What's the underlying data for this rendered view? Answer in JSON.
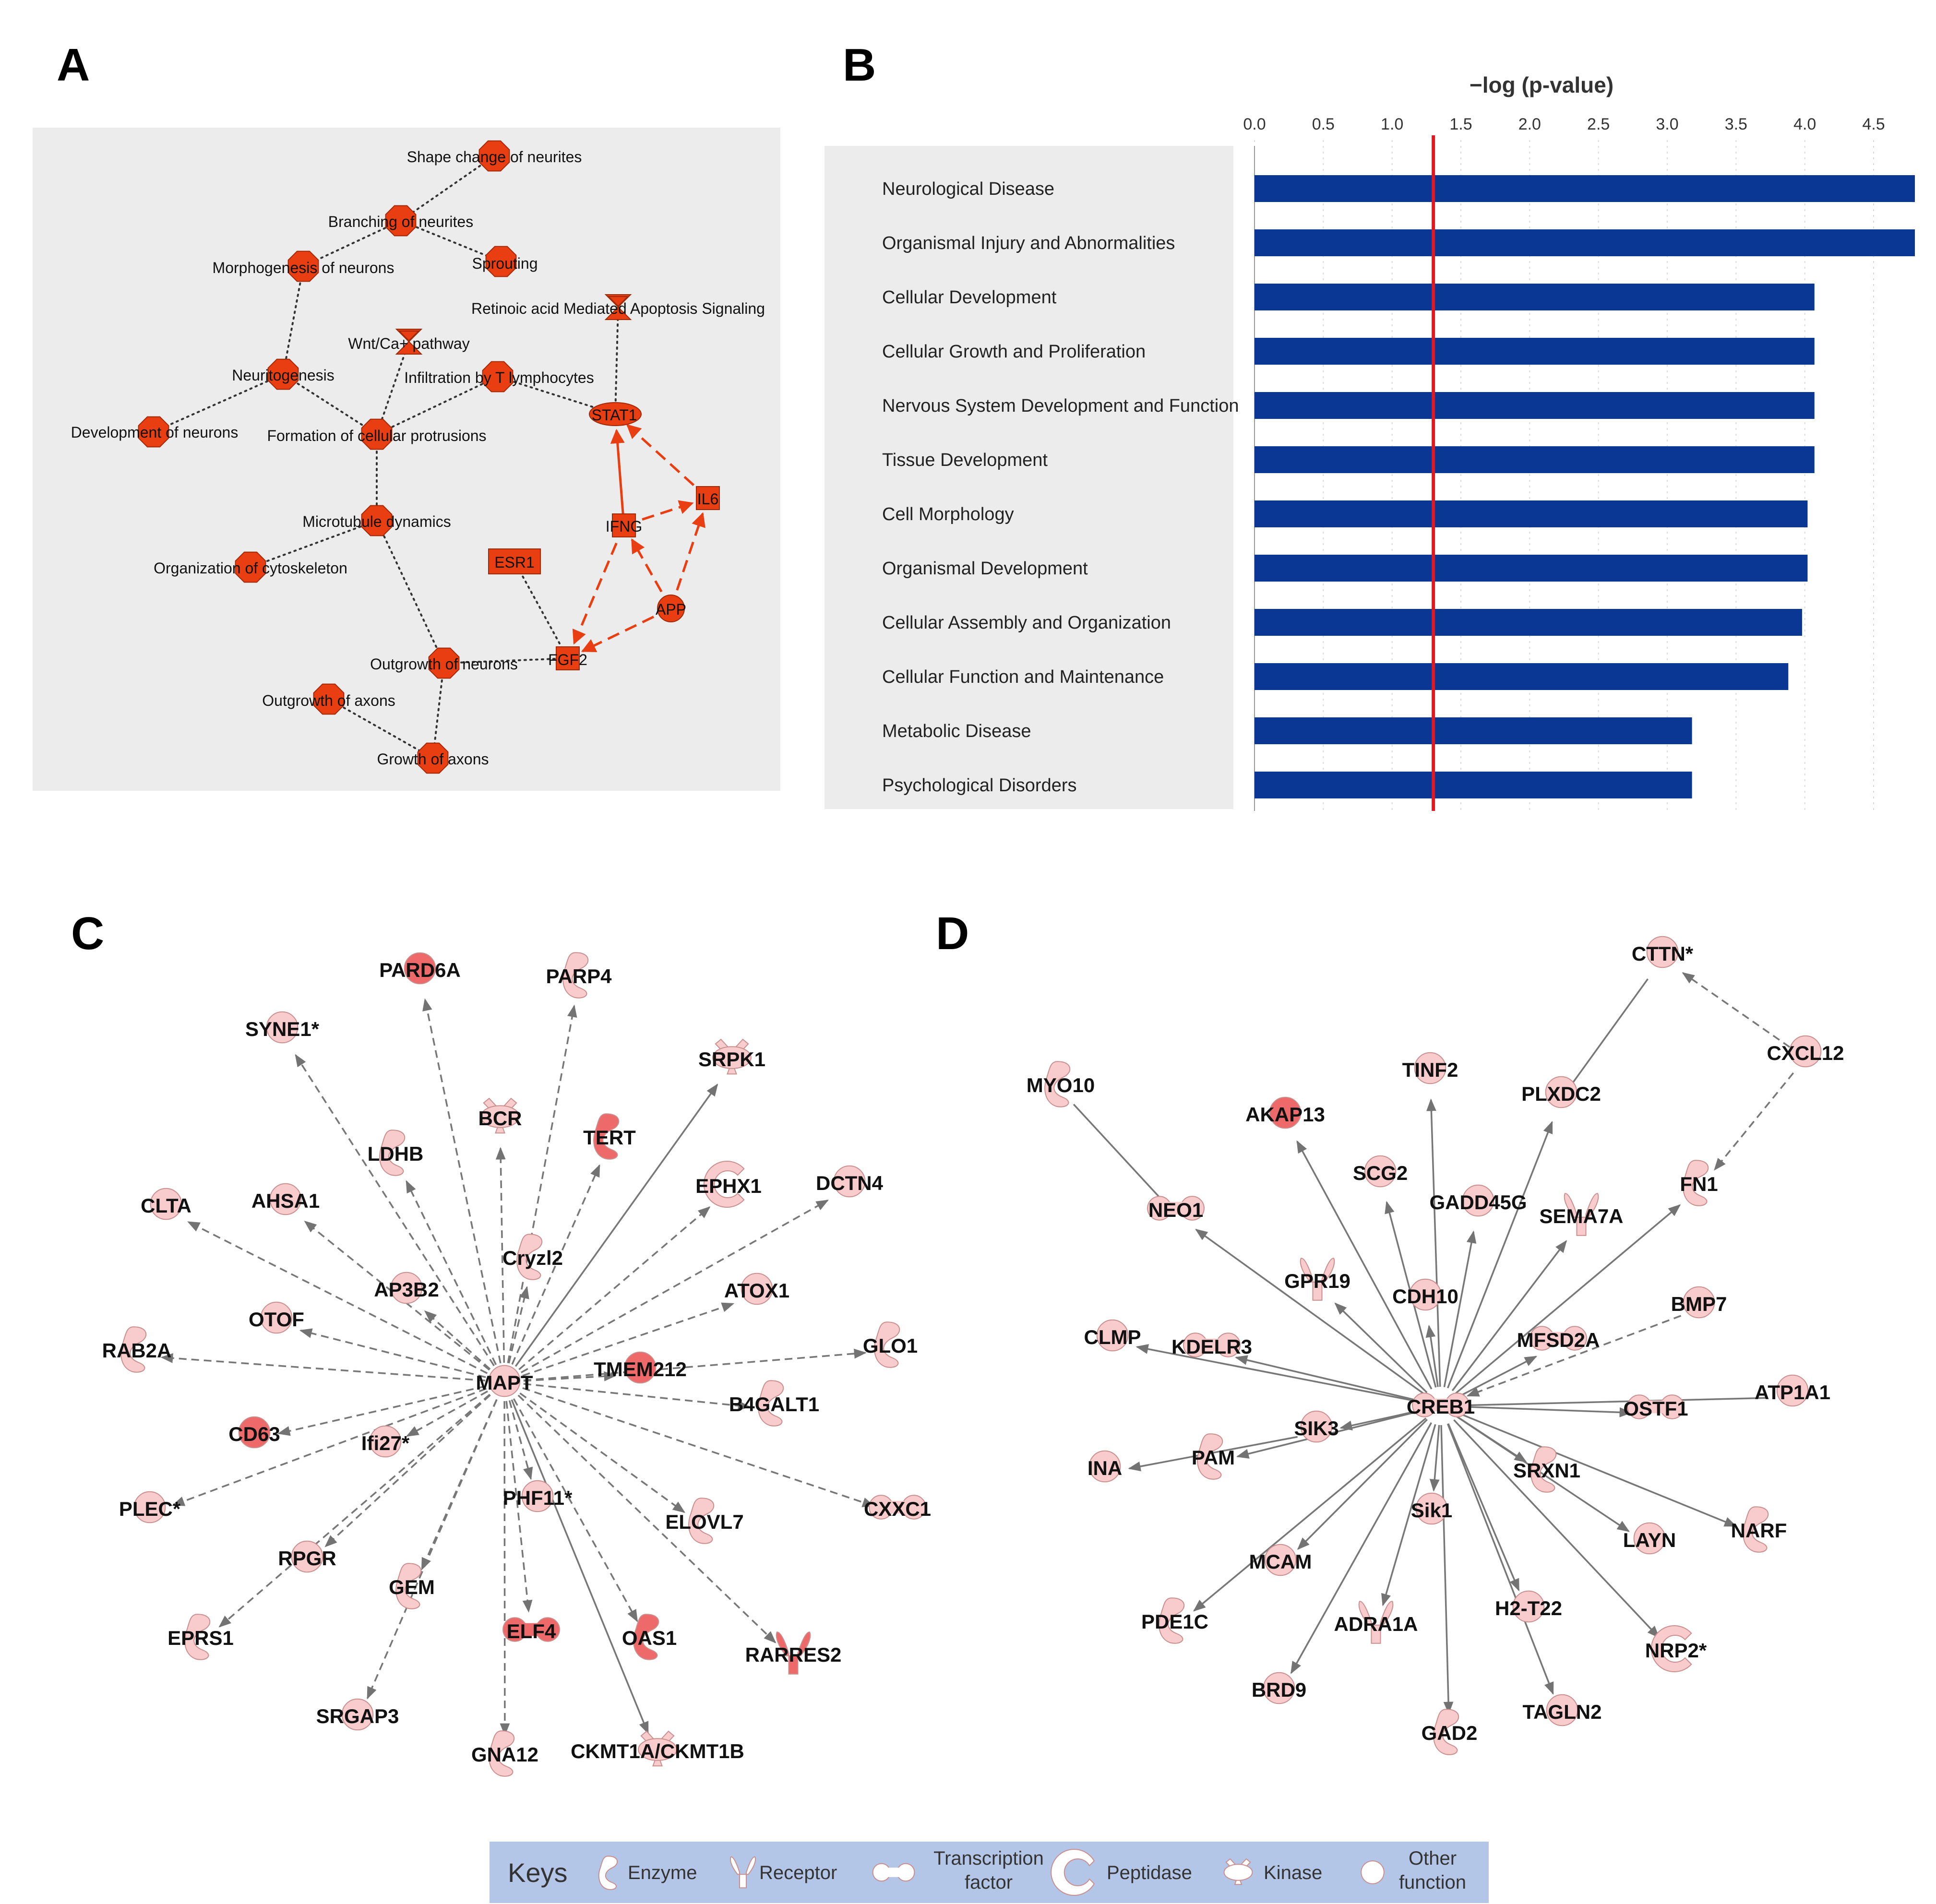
{
  "panel_labels": {
    "a": "A",
    "b": "B",
    "c": "C",
    "d": "D"
  },
  "colors": {
    "accent_red": "#e83e12",
    "bar_blue": "#0a3694",
    "threshold_red": "#e8161b",
    "panel_gray": "#ececec",
    "node_pink": "#f8cccc",
    "node_red": "#ee6a6a",
    "key_bg": "#b4c6e7"
  },
  "panel_a": {
    "nodes": [
      {
        "id": "shape_change",
        "label": "Shape change of neurites",
        "shape": "octagon"
      },
      {
        "id": "branching",
        "label": "Branching of neurites",
        "shape": "octagon"
      },
      {
        "id": "morphogenesis",
        "label": "Morphogenesis of neurons",
        "shape": "octagon"
      },
      {
        "id": "sprouting",
        "label": "Sprouting",
        "shape": "octagon"
      },
      {
        "id": "retinoic",
        "label": "Retinoic acid Mediated Apoptosis Signaling",
        "shape": "hourglass"
      },
      {
        "id": "wnt",
        "label": "Wnt/Ca+ pathway",
        "shape": "hourglass"
      },
      {
        "id": "neuritogenesis",
        "label": "Neuritogenesis",
        "shape": "octagon"
      },
      {
        "id": "infiltration",
        "label": "Infiltration by T lymphocytes",
        "shape": "octagon"
      },
      {
        "id": "development",
        "label": "Development of neurons",
        "shape": "octagon"
      },
      {
        "id": "formation",
        "label": "Formation of cellular protrusions",
        "shape": "octagon"
      },
      {
        "id": "stat1",
        "label": "STAT1",
        "shape": "ellipse"
      },
      {
        "id": "il6",
        "label": "IL6",
        "shape": "square"
      },
      {
        "id": "microtubule",
        "label": "Microtubule dynamics",
        "shape": "octagon"
      },
      {
        "id": "ifng",
        "label": "IFNG",
        "shape": "square"
      },
      {
        "id": "esr1",
        "label": "ESR1",
        "shape": "rect"
      },
      {
        "id": "organization",
        "label": "Organization of cytoskeleton",
        "shape": "octagon"
      },
      {
        "id": "app",
        "label": "APP",
        "shape": "circle"
      },
      {
        "id": "outgrowth_neurons",
        "label": "Outgrowth of neurons",
        "shape": "octagon"
      },
      {
        "id": "fgf2",
        "label": "FGF2",
        "shape": "square"
      },
      {
        "id": "outgrowth_axons",
        "label": "Outgrowth of axons",
        "shape": "octagon"
      },
      {
        "id": "growth_axons",
        "label": "Growth of axons",
        "shape": "octagon"
      }
    ],
    "edges": [
      {
        "from": "shape_change",
        "to": "branching",
        "style": "dotted"
      },
      {
        "from": "branching",
        "to": "morphogenesis",
        "style": "dotted"
      },
      {
        "from": "branching",
        "to": "sprouting",
        "style": "dotted"
      },
      {
        "from": "morphogenesis",
        "to": "neuritogenesis",
        "style": "dotted"
      },
      {
        "from": "neuritogenesis",
        "to": "development",
        "style": "dotted"
      },
      {
        "from": "neuritogenesis",
        "to": "formation",
        "style": "dotted"
      },
      {
        "from": "wnt",
        "to": "formation",
        "style": "dotted"
      },
      {
        "from": "infiltration",
        "to": "formation",
        "style": "dotted"
      },
      {
        "from": "infiltration",
        "to": "stat1",
        "style": "dotted"
      },
      {
        "from": "retinoic",
        "to": "stat1",
        "style": "dotted"
      },
      {
        "from": "formation",
        "to": "microtubule",
        "style": "dotted"
      },
      {
        "from": "microtubule",
        "to": "organization",
        "style": "dotted"
      },
      {
        "from": "microtubule",
        "to": "outgrowth_neurons",
        "style": "dotted"
      },
      {
        "from": "outgrowth_neurons",
        "to": "fgf2",
        "style": "dotted"
      },
      {
        "from": "esr1",
        "to": "fgf2",
        "style": "dotted"
      },
      {
        "from": "outgrowth_neurons",
        "to": "growth_axons",
        "style": "dotted"
      },
      {
        "from": "outgrowth_axons",
        "to": "growth_axons",
        "style": "dotted"
      },
      {
        "from": "ifng",
        "to": "stat1",
        "style": "solid-arrow"
      },
      {
        "from": "il6",
        "to": "stat1",
        "style": "dashed-arrow"
      },
      {
        "from": "ifng",
        "to": "il6",
        "style": "dashed-arrow"
      },
      {
        "from": "app",
        "to": "il6",
        "style": "dashed-arrow"
      },
      {
        "from": "app",
        "to": "ifng",
        "style": "dashed-arrow"
      },
      {
        "from": "ifng",
        "to": "fgf2",
        "style": "dashed-arrow"
      },
      {
        "from": "app",
        "to": "fgf2",
        "style": "dashed-arrow"
      }
    ]
  },
  "chart_data": {
    "type": "bar",
    "orientation": "horizontal",
    "xlabel": "−log (p-value)",
    "xticks": [
      "0.0",
      "0.5",
      "1.0",
      "1.5",
      "2.0",
      "2.5",
      "3.0",
      "3.5",
      "4.0",
      "4.5"
    ],
    "xlim": [
      0,
      4.8
    ],
    "threshold": 1.3,
    "categories": [
      "Neurological Disease",
      "Organismal Injury and Abnormalities",
      "Cellular Development",
      "Cellular Growth and Proliferation",
      "Nervous System Development and Function",
      "Tissue Development",
      "Cell Morphology",
      "Organismal Development",
      "Cellular Assembly and Organization",
      "Cellular Function and Maintenance",
      "Metabolic Disease",
      "Psychological Disorders"
    ],
    "values": [
      4.8,
      4.8,
      4.07,
      4.07,
      4.07,
      4.07,
      4.02,
      4.02,
      3.98,
      3.88,
      3.18,
      3.18
    ]
  },
  "panel_c": {
    "hub": {
      "label": "MAPT",
      "type": "other",
      "tone": "pink"
    },
    "nodes": [
      {
        "label": "PARD6A",
        "type": "other",
        "tone": "red",
        "edge": "dashed"
      },
      {
        "label": "PARP4",
        "type": "enzyme",
        "tone": "pink",
        "edge": "dashed"
      },
      {
        "label": "SYNE1*",
        "type": "other",
        "tone": "pink",
        "edge": "dashed"
      },
      {
        "label": "SRPK1",
        "type": "kinase",
        "tone": "pink",
        "edge": "solid"
      },
      {
        "label": "BCR",
        "type": "kinase",
        "tone": "pink",
        "edge": "dashed"
      },
      {
        "label": "TERT",
        "type": "enzyme",
        "tone": "red",
        "edge": "dashed"
      },
      {
        "label": "LDHB",
        "type": "enzyme",
        "tone": "pink",
        "edge": "dashed"
      },
      {
        "label": "CLTA",
        "type": "other",
        "tone": "pink",
        "edge": "dashed"
      },
      {
        "label": "AHSA1",
        "type": "other",
        "tone": "pink",
        "edge": "dashed"
      },
      {
        "label": "EPHX1",
        "type": "peptidase",
        "tone": "pink",
        "edge": "dashed"
      },
      {
        "label": "DCTN4",
        "type": "other",
        "tone": "pink",
        "edge": "dashed"
      },
      {
        "label": "Cryzl2",
        "type": "enzyme",
        "tone": "pink",
        "edge": "dashed"
      },
      {
        "label": "AP3B2",
        "type": "other",
        "tone": "pink",
        "edge": "dashed"
      },
      {
        "label": "ATOX1",
        "type": "other",
        "tone": "pink",
        "edge": "dashed"
      },
      {
        "label": "OTOF",
        "type": "other",
        "tone": "pink",
        "edge": "dashed"
      },
      {
        "label": "RAB2A",
        "type": "enzyme",
        "tone": "pink",
        "edge": "dashed"
      },
      {
        "label": "TMEM212",
        "type": "other",
        "tone": "red",
        "edge": "dashed"
      },
      {
        "label": "GLO1",
        "type": "enzyme",
        "tone": "pink",
        "edge": "dashed"
      },
      {
        "label": "B4GALT1",
        "type": "enzyme",
        "tone": "pink",
        "edge": "dashed"
      },
      {
        "label": "CD63",
        "type": "other",
        "tone": "red",
        "edge": "dashed"
      },
      {
        "label": "Ifi27*",
        "type": "other",
        "tone": "pink",
        "edge": "dashed"
      },
      {
        "label": "PLEC*",
        "type": "other",
        "tone": "pink",
        "edge": "dashed"
      },
      {
        "label": "PHF11*",
        "type": "other",
        "tone": "pink",
        "edge": "dashed"
      },
      {
        "label": "ELOVL7",
        "type": "enzyme",
        "tone": "pink",
        "edge": "dashed"
      },
      {
        "label": "CXXC1",
        "type": "transcription",
        "tone": "pink",
        "edge": "dashed"
      },
      {
        "label": "RPGR",
        "type": "other",
        "tone": "pink",
        "edge": "dashed"
      },
      {
        "label": "GEM",
        "type": "enzyme",
        "tone": "pink",
        "edge": "dashed"
      },
      {
        "label": "EPRS1",
        "type": "enzyme",
        "tone": "pink",
        "edge": "dashed"
      },
      {
        "label": "ELF4",
        "type": "transcription",
        "tone": "red",
        "edge": "dashed"
      },
      {
        "label": "OAS1",
        "type": "enzyme",
        "tone": "red",
        "edge": "dashed"
      },
      {
        "label": "RARRES2",
        "type": "receptor",
        "tone": "red",
        "edge": "dashed"
      },
      {
        "label": "SRGAP3",
        "type": "other",
        "tone": "pink",
        "edge": "dashed"
      },
      {
        "label": "GNA12",
        "type": "enzyme",
        "tone": "pink",
        "edge": "dashed"
      },
      {
        "label": "CKMT1A/CKMT1B",
        "type": "kinase",
        "tone": "pink",
        "edge": "solid"
      }
    ]
  },
  "panel_d": {
    "hub": {
      "label": "CREB1",
      "type": "transcription",
      "tone": "pink"
    },
    "nodes": [
      {
        "id": "cttn",
        "label": "CTTN*",
        "type": "other",
        "tone": "pink"
      },
      {
        "id": "cxcl12",
        "label": "CXCL12",
        "type": "other",
        "tone": "pink"
      },
      {
        "id": "myo10",
        "label": "MYO10",
        "type": "enzyme",
        "tone": "pink"
      },
      {
        "id": "tinf2",
        "label": "TINF2",
        "type": "other",
        "tone": "pink"
      },
      {
        "id": "plxdc2",
        "label": "PLXDC2",
        "type": "other",
        "tone": "pink"
      },
      {
        "id": "akap13",
        "label": "AKAP13",
        "type": "other",
        "tone": "red"
      },
      {
        "id": "scg2",
        "label": "SCG2",
        "type": "other",
        "tone": "pink"
      },
      {
        "id": "fn1",
        "label": "FN1",
        "type": "enzyme",
        "tone": "pink"
      },
      {
        "id": "neo1",
        "label": "NEO1",
        "type": "transcription",
        "tone": "pink"
      },
      {
        "id": "gadd45g",
        "label": "GADD45G",
        "type": "other",
        "tone": "pink"
      },
      {
        "id": "sema7a",
        "label": "SEMA7A",
        "type": "receptor",
        "tone": "pink"
      },
      {
        "id": "gpr19",
        "label": "GPR19",
        "type": "receptor",
        "tone": "pink"
      },
      {
        "id": "cdh10",
        "label": "CDH10",
        "type": "other",
        "tone": "pink"
      },
      {
        "id": "bmp7",
        "label": "BMP7",
        "type": "other",
        "tone": "pink"
      },
      {
        "id": "clmp",
        "label": "CLMP",
        "type": "other",
        "tone": "pink"
      },
      {
        "id": "kdelr3",
        "label": "KDELR3",
        "type": "transcription",
        "tone": "pink"
      },
      {
        "id": "mfsd2a",
        "label": "MFSD2A",
        "type": "transcription",
        "tone": "pink"
      },
      {
        "id": "atp1a1",
        "label": "ATP1A1",
        "type": "other",
        "tone": "pink"
      },
      {
        "id": "ostf1",
        "label": "OSTF1",
        "type": "transcription",
        "tone": "pink"
      },
      {
        "id": "sik3",
        "label": "SIK3",
        "type": "other",
        "tone": "pink"
      },
      {
        "id": "ina",
        "label": "INA",
        "type": "other",
        "tone": "pink"
      },
      {
        "id": "pam",
        "label": "PAM",
        "type": "enzyme",
        "tone": "pink"
      },
      {
        "id": "srxn1",
        "label": "SRXN1",
        "type": "enzyme",
        "tone": "pink"
      },
      {
        "id": "narf",
        "label": "NARF",
        "type": "enzyme",
        "tone": "pink"
      },
      {
        "id": "sik1",
        "label": "Sik1",
        "type": "other",
        "tone": "pink"
      },
      {
        "id": "layn",
        "label": "LAYN",
        "type": "other",
        "tone": "pink"
      },
      {
        "id": "mcam",
        "label": "MCAM",
        "type": "other",
        "tone": "pink"
      },
      {
        "id": "pde1c",
        "label": "PDE1C",
        "type": "enzyme",
        "tone": "pink"
      },
      {
        "id": "adra1a",
        "label": "ADRA1A",
        "type": "receptor",
        "tone": "pink"
      },
      {
        "id": "h2t22",
        "label": "H2-T22",
        "type": "other",
        "tone": "pink"
      },
      {
        "id": "nrp2",
        "label": "NRP2*",
        "type": "peptidase",
        "tone": "pink"
      },
      {
        "id": "brd9",
        "label": "BRD9",
        "type": "other",
        "tone": "pink"
      },
      {
        "id": "gad2",
        "label": "GAD2",
        "type": "enzyme",
        "tone": "pink"
      },
      {
        "id": "tagln2",
        "label": "TAGLN2",
        "type": "other",
        "tone": "pink"
      }
    ],
    "edges": [
      {
        "from": "cxcl12",
        "to": "cttn",
        "style": "dashed",
        "arrow": true
      },
      {
        "from": "plxdc2",
        "to": "cttn",
        "style": "solid",
        "arrow": false
      },
      {
        "from": "cxcl12",
        "to": "fn1",
        "style": "dashed",
        "arrow": true
      },
      {
        "from": "myo10",
        "to": "neo1",
        "style": "solid",
        "arrow": false
      },
      {
        "from": "hub",
        "to": "neo1",
        "style": "solid",
        "arrow": true
      },
      {
        "from": "hub",
        "to": "akap13",
        "style": "solid",
        "arrow": true
      },
      {
        "from": "hub",
        "to": "tinf2",
        "style": "solid",
        "arrow": true
      },
      {
        "from": "hub",
        "to": "plxdc2",
        "style": "solid",
        "arrow": true
      },
      {
        "from": "hub",
        "to": "scg2",
        "style": "solid",
        "arrow": true
      },
      {
        "from": "hub",
        "to": "gadd45g",
        "style": "solid",
        "arrow": true
      },
      {
        "from": "hub",
        "to": "sema7a",
        "style": "solid",
        "arrow": true
      },
      {
        "from": "hub",
        "to": "fn1",
        "style": "solid",
        "arrow": true
      },
      {
        "from": "hub",
        "to": "gpr19",
        "style": "solid",
        "arrow": true
      },
      {
        "from": "hub",
        "to": "cdh10",
        "style": "solid",
        "arrow": true
      },
      {
        "from": "hub",
        "to": "mfsd2a",
        "style": "solid",
        "arrow": true
      },
      {
        "from": "bmp7",
        "to": "hub",
        "style": "dashed",
        "arrow": true
      },
      {
        "from": "hub",
        "to": "clmp",
        "style": "solid",
        "arrow": true
      },
      {
        "from": "hub",
        "to": "kdelr3",
        "style": "solid",
        "arrow": true
      },
      {
        "from": "hub",
        "to": "atp1a1",
        "style": "solid",
        "arrow": false
      },
      {
        "from": "hub",
        "to": "ostf1",
        "style": "solid",
        "arrow": true
      },
      {
        "from": "hub",
        "to": "sik3",
        "style": "solid",
        "arrow": true
      },
      {
        "from": "sik3",
        "to": "ina",
        "style": "solid",
        "arrow": true
      },
      {
        "from": "hub",
        "to": "pam",
        "style": "solid",
        "arrow": true
      },
      {
        "from": "hub",
        "to": "srxn1",
        "style": "solid",
        "arrow": true
      },
      {
        "from": "hub",
        "to": "narf",
        "style": "solid",
        "arrow": true
      },
      {
        "from": "hub",
        "to": "layn",
        "style": "solid",
        "arrow": true
      },
      {
        "from": "hub",
        "to": "sik1",
        "style": "solid",
        "arrow": true
      },
      {
        "from": "hub",
        "to": "mcam",
        "style": "solid",
        "arrow": true
      },
      {
        "from": "hub",
        "to": "pde1c",
        "style": "solid",
        "arrow": true
      },
      {
        "from": "hub",
        "to": "adra1a",
        "style": "solid",
        "arrow": true
      },
      {
        "from": "hub",
        "to": "h2t22",
        "style": "solid",
        "arrow": true
      },
      {
        "from": "hub",
        "to": "nrp2",
        "style": "solid",
        "arrow": true
      },
      {
        "from": "hub",
        "to": "brd9",
        "style": "solid",
        "arrow": true
      },
      {
        "from": "hub",
        "to": "gad2",
        "style": "solid",
        "arrow": true
      },
      {
        "from": "hub",
        "to": "tagln2",
        "style": "solid",
        "arrow": true
      }
    ]
  },
  "keys": {
    "title": "Keys",
    "items": [
      {
        "icon": "enzyme-icon",
        "label": "Enzyme"
      },
      {
        "icon": "receptor-icon",
        "label": "Receptor"
      },
      {
        "icon": "transcription-factor-icon",
        "label": "Transcription factor"
      },
      {
        "icon": "peptidase-icon",
        "label": "Peptidase"
      },
      {
        "icon": "kinase-icon",
        "label": "Kinase"
      },
      {
        "icon": "other-function-icon",
        "label": "Other function"
      }
    ]
  }
}
